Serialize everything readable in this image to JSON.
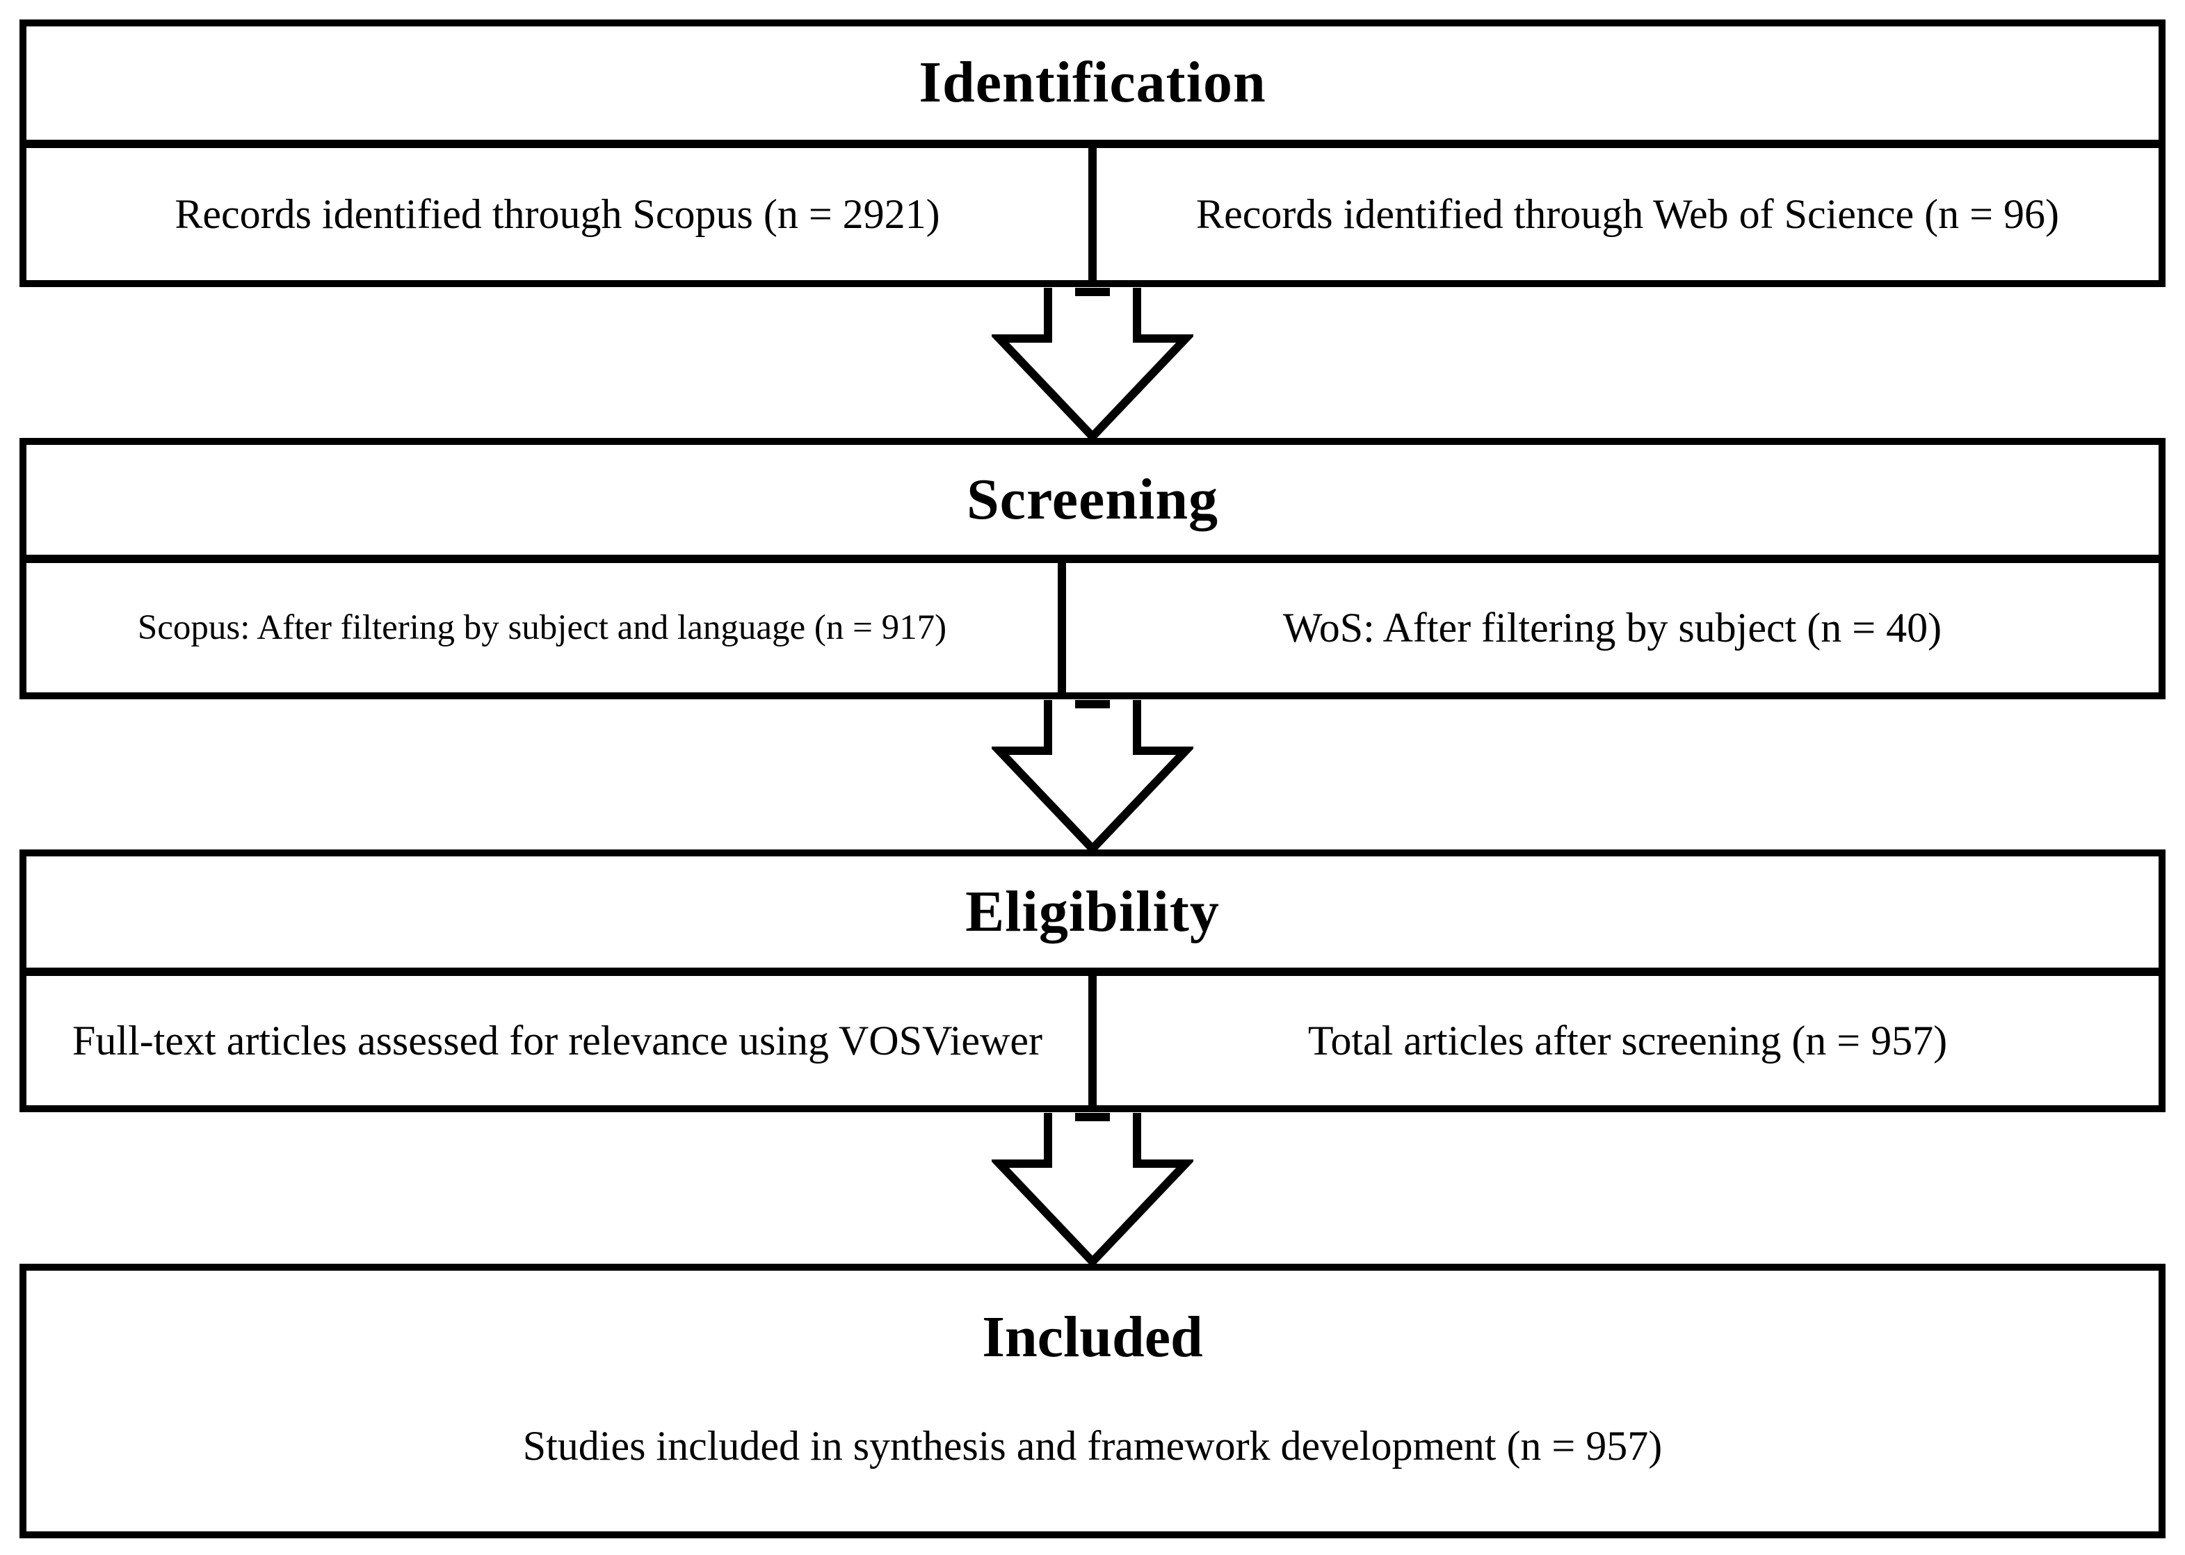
{
  "figure": {
    "type": "flow-diagram",
    "colors": {
      "border": "#000000",
      "background": "#ffffff",
      "text": "#000000"
    },
    "sections": [
      {
        "title": "Identification",
        "cells": [
          {
            "text": "Records identified through Scopus (n = 2921)"
          },
          {
            "text": "Records identified through Web of Science (n = 96)"
          }
        ]
      },
      {
        "title": "Screening",
        "cells": [
          {
            "text": "Scopus: After filtering by subject and language (n = 917)"
          },
          {
            "text": "WoS: After filtering by subject (n = 40)"
          }
        ]
      },
      {
        "title": "Eligibility",
        "cells": [
          {
            "text": "Full-text articles assessed for relevance using VOSViewer"
          },
          {
            "text": "Total articles after screening (n = 957)"
          }
        ]
      },
      {
        "title": "Included",
        "body": "Studies included in synthesis and framework development (n = 957)"
      }
    ]
  }
}
